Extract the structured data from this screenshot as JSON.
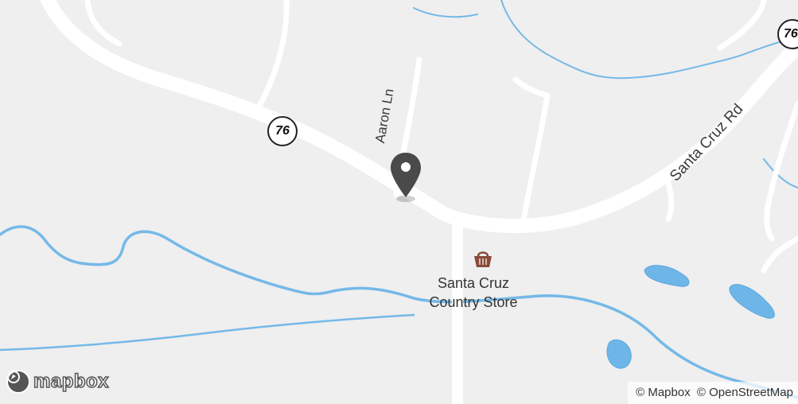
{
  "roads": {
    "main": "Santa Cruz Rd",
    "side": "Aaron Ln",
    "route_number": "76",
    "route_number_partial": "76"
  },
  "poi": {
    "name_line1": "Santa Cruz",
    "name_line2": "Country Store",
    "icon": "shopping-basket-icon"
  },
  "marker": {
    "icon": "map-pin-icon"
  },
  "branding": {
    "logo_text": "mapbox",
    "logo_icon": "mapbox-logo-icon"
  },
  "attribution": {
    "mapbox": "© Mapbox",
    "osm": "© OpenStreetMap"
  },
  "colors": {
    "background": "#efefef",
    "road": "#ffffff",
    "water": "#6fb6e8",
    "marker": "#4a4a4a",
    "poi_icon": "#8a4a3a"
  }
}
